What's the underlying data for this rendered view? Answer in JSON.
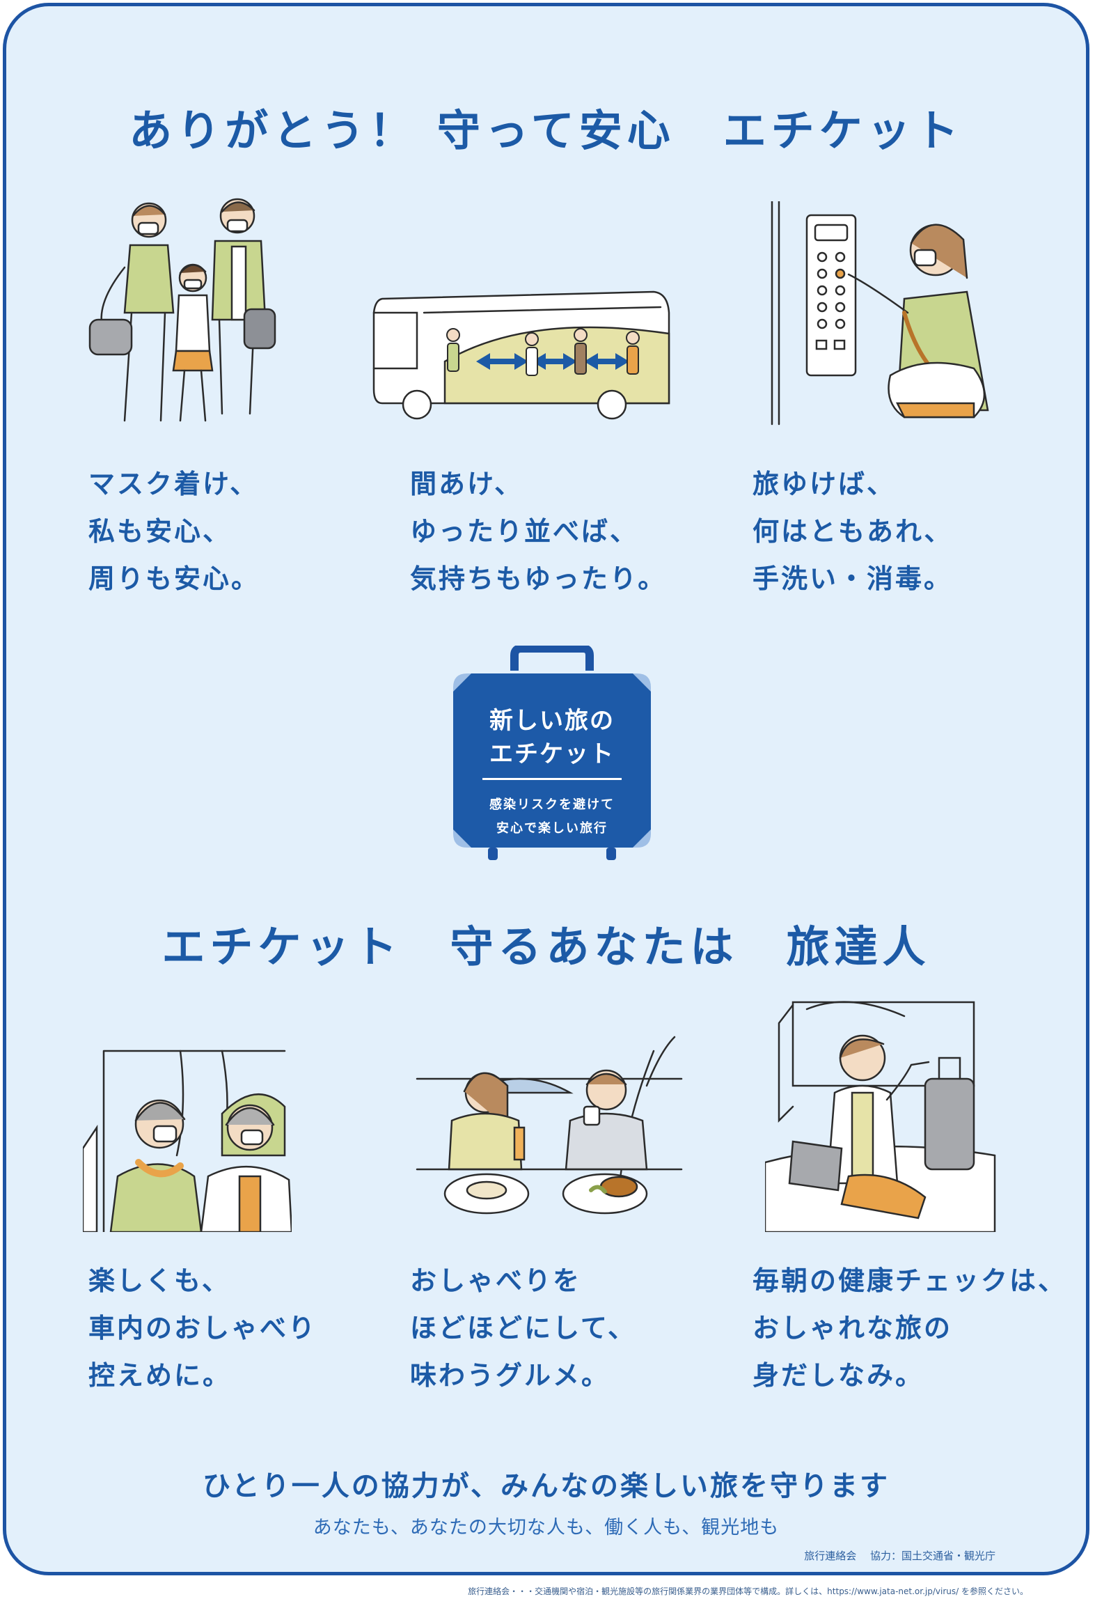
{
  "heading_top": "ありがとう！ 守って安心　エチケット",
  "heading_bottom": "エチケット　守るあなたは　旅達人",
  "top_panels": [
    {
      "name": "mask",
      "lines": [
        "マスク着け、",
        "私も安心、",
        "周りも安心。"
      ]
    },
    {
      "name": "distance",
      "lines": [
        "間あけ、",
        "ゆったり並べば、",
        "気持ちもゆったり。"
      ]
    },
    {
      "name": "handwash",
      "lines": [
        "旅ゆけば、",
        "何はともあれ、",
        "手洗い・消毒。"
      ]
    }
  ],
  "bottom_panels": [
    {
      "name": "quiet-bus",
      "lines": [
        "楽しくも、",
        "車内のおしゃべり",
        "控えめに。"
      ]
    },
    {
      "name": "dining",
      "lines": [
        "おしゃべりを",
        "ほどほどにして、",
        "味わうグルメ。"
      ]
    },
    {
      "name": "health-check",
      "lines": [
        "毎朝の健康チェックは、",
        "おしゃれな旅の",
        "身だしなみ。"
      ]
    }
  ],
  "badge": {
    "title_line1": "新しい旅の",
    "title_line2": "エチケット",
    "subtitle_line1": "感染リスクを避けて",
    "subtitle_line2": "安心で楽しい旅行"
  },
  "slogan": "ひとり一人の協力が、みんなの楽しい旅を守ります",
  "sub_slogan": "あなたも、あなたの大切な人も、働く人も、観光地も",
  "credit": "旅行連絡会　 協力：国土交通省・観光庁",
  "footer_note": "旅行連絡会・・・交通機関や宿泊・観光施設等の旅行関係業界の業界団体等で構成。詳しくは、https://www.jata-net.or.jp/virus/ を参照ください。",
  "colors": {
    "brand_blue": "#1c5aa6",
    "frame_blue": "#1d54a4",
    "background": "#e3f0fb",
    "accent_green": "#bfcf8a",
    "accent_orange": "#e9a34a"
  }
}
